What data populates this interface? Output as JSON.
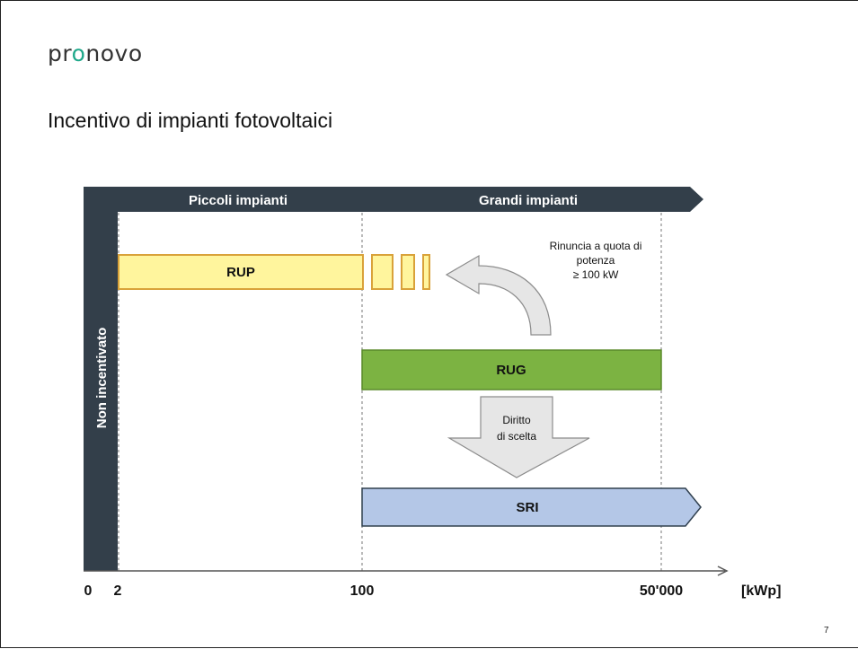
{
  "header": {
    "logo_prefix": "pr",
    "logo_accent": "o",
    "logo_suffix": "novo",
    "title": "Incentivo di impianti fotovoltaici",
    "page_number": "7"
  },
  "diagram": {
    "top_band": {
      "left_label": "Piccoli impianti",
      "right_label": "Grandi impianti"
    },
    "vertical_band_label": "Non incentivato",
    "bars": [
      {
        "id": "rup",
        "label": "RUP",
        "from": 2,
        "to": 100,
        "color": "#fff59d",
        "border": "#d9a23a"
      },
      {
        "id": "rug",
        "label": "RUG",
        "from": 100,
        "to": 50000,
        "color": "#7cb342",
        "border": "#5a8a2a"
      },
      {
        "id": "sri",
        "label": "SRI",
        "from": 100,
        "to": "open",
        "color": "#b4c7e7",
        "border": "#30404f"
      }
    ],
    "curved_arrow_note": [
      "Rinuncia a quota di",
      "potenza",
      "≥ 100 kW"
    ],
    "down_arrow_label": [
      "Diritto",
      "di scelta"
    ],
    "axis": {
      "ticks": [
        "0",
        "2",
        "100",
        "50'000"
      ],
      "unit": "[kWp]"
    },
    "colors": {
      "dark_band": "#333f4a",
      "arrow_fill": "#e6e6e6",
      "arrow_stroke": "#8c8c8c"
    }
  }
}
